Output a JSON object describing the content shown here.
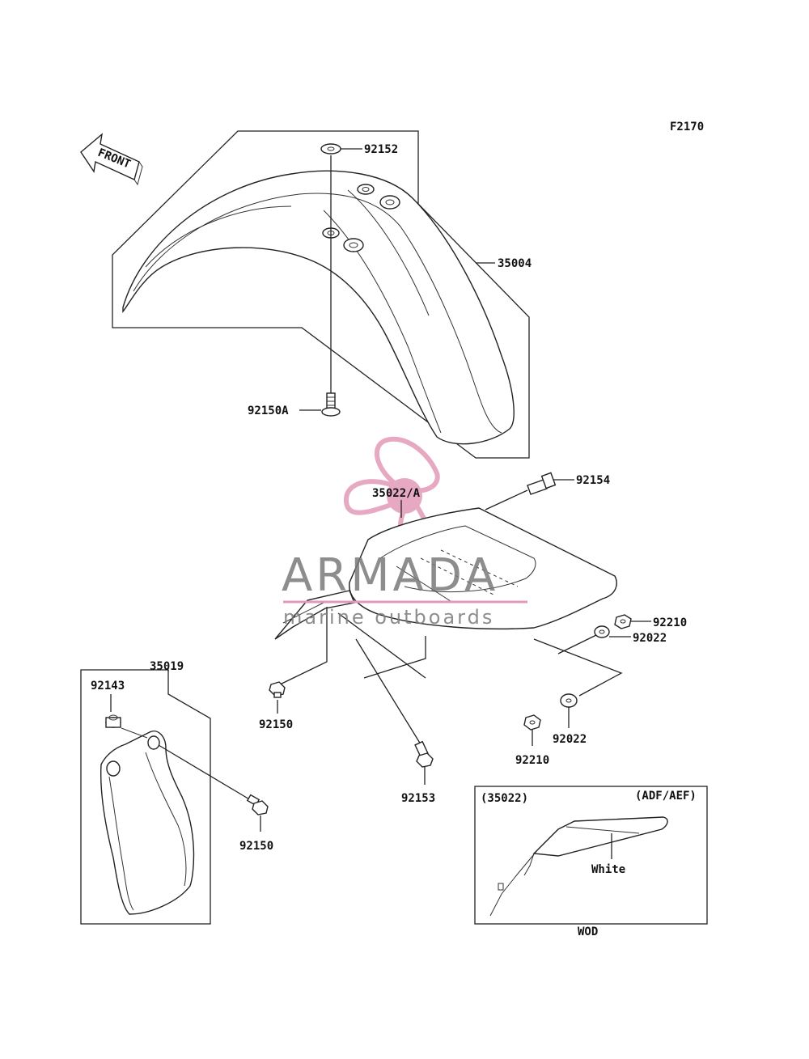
{
  "figure_code": "F2170",
  "front_arrow_text": "FRONT",
  "callouts": {
    "p92152": "92152",
    "p35004": "35004",
    "p92150A": "92150A",
    "p35022A": "35022/A",
    "p92154": "92154",
    "p92210a": "92210",
    "p92022a": "92022",
    "p35019": "35019",
    "p92143": "92143",
    "p92150b": "92150",
    "p92022b": "92022",
    "p92210b": "92210",
    "p92153": "92153",
    "p92150c": "92150"
  },
  "inset": {
    "part_ref": "(35022)",
    "variant": "(ADF/AEF)",
    "color_note": "White",
    "caption": "WOD"
  },
  "watermark": {
    "brand": "ARMADA",
    "tagline": "marine outboards",
    "logo": "propeller-logo",
    "colors": {
      "pink": "#e39ab8",
      "gray": "#7a7a7a"
    }
  }
}
